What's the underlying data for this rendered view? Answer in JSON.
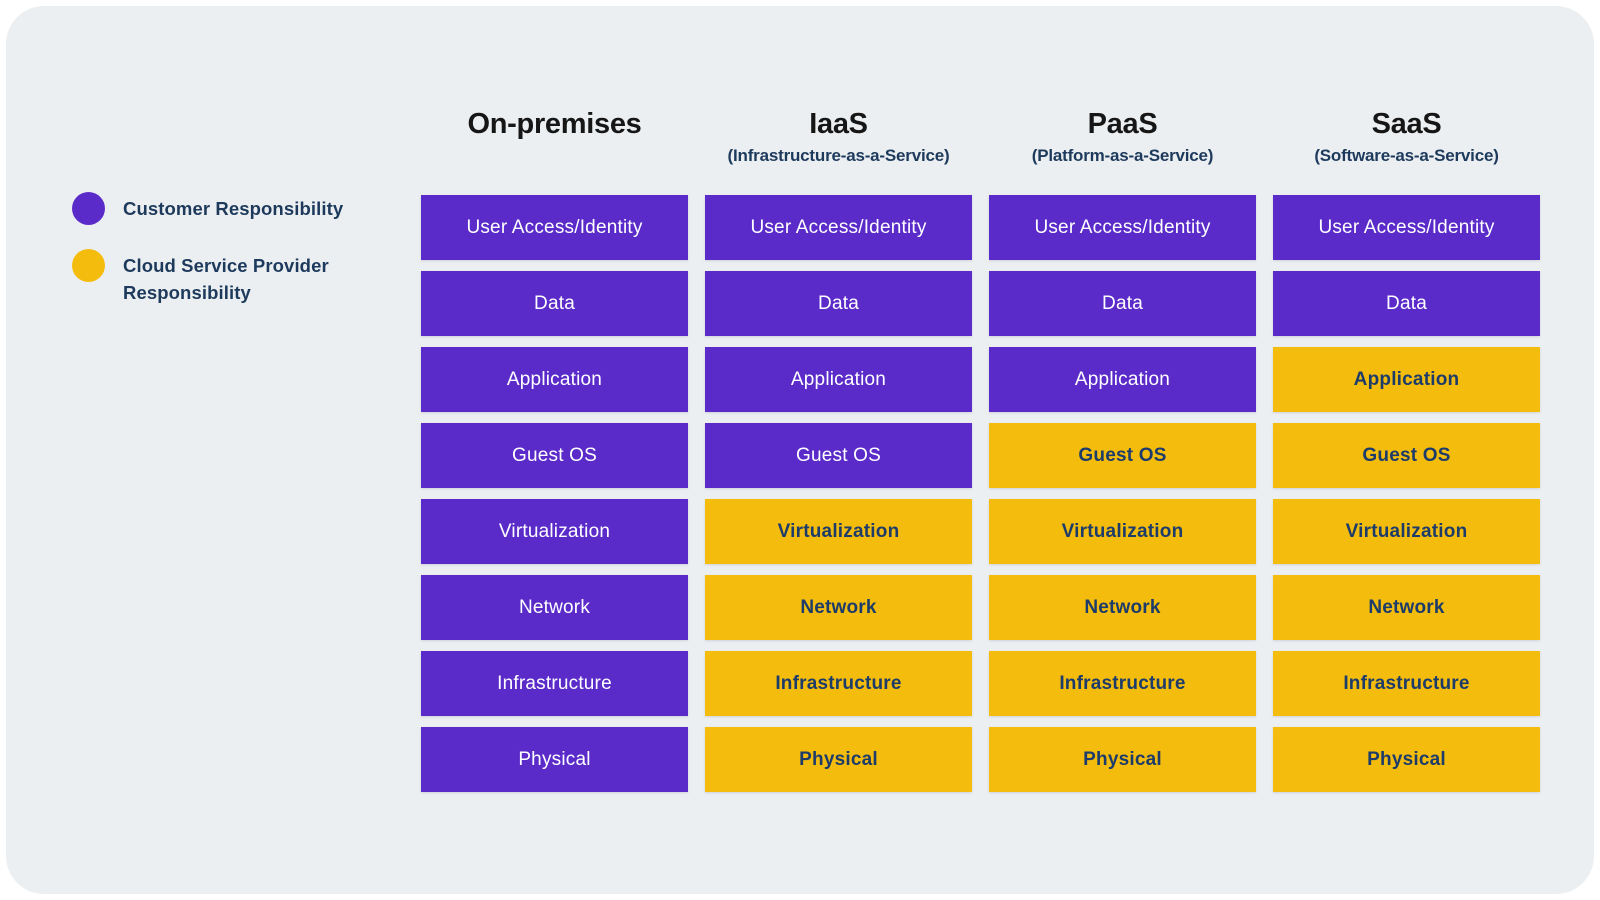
{
  "page": {
    "outer_background": "#ffffff",
    "panel_background": "#eceff1"
  },
  "colors": {
    "customer": "#5b2bc9",
    "provider": "#f4bd0e",
    "heading_text": "#161616",
    "navy_text": "#1d3a5c",
    "cell_text_on_customer": "#ffffff",
    "cell_text_on_provider": "#1e3c69"
  },
  "legend": {
    "items": [
      {
        "id": "customer",
        "label": "Customer Responsibility"
      },
      {
        "id": "provider",
        "label": "Cloud Service Provider Responsibility"
      }
    ]
  },
  "matrix": {
    "row_labels": [
      "User Access/Identity",
      "Data",
      "Application",
      "Guest OS",
      "Virtualization",
      "Network",
      "Infrastructure",
      "Physical"
    ],
    "columns": [
      {
        "title": "On-premises",
        "subtitle": "",
        "cells": [
          {
            "label": "User Access/Identity",
            "owner": "customer"
          },
          {
            "label": "Data",
            "owner": "customer"
          },
          {
            "label": "Application",
            "owner": "customer"
          },
          {
            "label": "Guest OS",
            "owner": "customer"
          },
          {
            "label": "Virtualization",
            "owner": "customer"
          },
          {
            "label": "Network",
            "owner": "customer"
          },
          {
            "label": "Infrastructure",
            "owner": "customer"
          },
          {
            "label": "Physical",
            "owner": "customer"
          }
        ]
      },
      {
        "title": "IaaS",
        "subtitle": "(Infrastructure-as-a-Service)",
        "cells": [
          {
            "label": "User Access/Identity",
            "owner": "customer"
          },
          {
            "label": "Data",
            "owner": "customer"
          },
          {
            "label": "Application",
            "owner": "customer"
          },
          {
            "label": "Guest OS",
            "owner": "customer"
          },
          {
            "label": "Virtualization",
            "owner": "provider"
          },
          {
            "label": "Network",
            "owner": "provider"
          },
          {
            "label": "Infrastructure",
            "owner": "provider"
          },
          {
            "label": "Physical",
            "owner": "provider"
          }
        ]
      },
      {
        "title": "PaaS",
        "subtitle": "(Platform-as-a-Service)",
        "cells": [
          {
            "label": "User Access/Identity",
            "owner": "customer"
          },
          {
            "label": "Data",
            "owner": "customer"
          },
          {
            "label": "Application",
            "owner": "customer"
          },
          {
            "label": "Guest OS",
            "owner": "provider"
          },
          {
            "label": "Virtualization",
            "owner": "provider"
          },
          {
            "label": "Network",
            "owner": "provider"
          },
          {
            "label": "Infrastructure",
            "owner": "provider"
          },
          {
            "label": "Physical",
            "owner": "provider"
          }
        ]
      },
      {
        "title": "SaaS",
        "subtitle": "(Software-as-a-Service)",
        "cells": [
          {
            "label": "User Access/Identity",
            "owner": "customer"
          },
          {
            "label": "Data",
            "owner": "customer"
          },
          {
            "label": "Application",
            "owner": "provider"
          },
          {
            "label": "Guest OS",
            "owner": "provider"
          },
          {
            "label": "Virtualization",
            "owner": "provider"
          },
          {
            "label": "Network",
            "owner": "provider"
          },
          {
            "label": "Infrastructure",
            "owner": "provider"
          },
          {
            "label": "Physical",
            "owner": "provider"
          }
        ]
      }
    ]
  }
}
